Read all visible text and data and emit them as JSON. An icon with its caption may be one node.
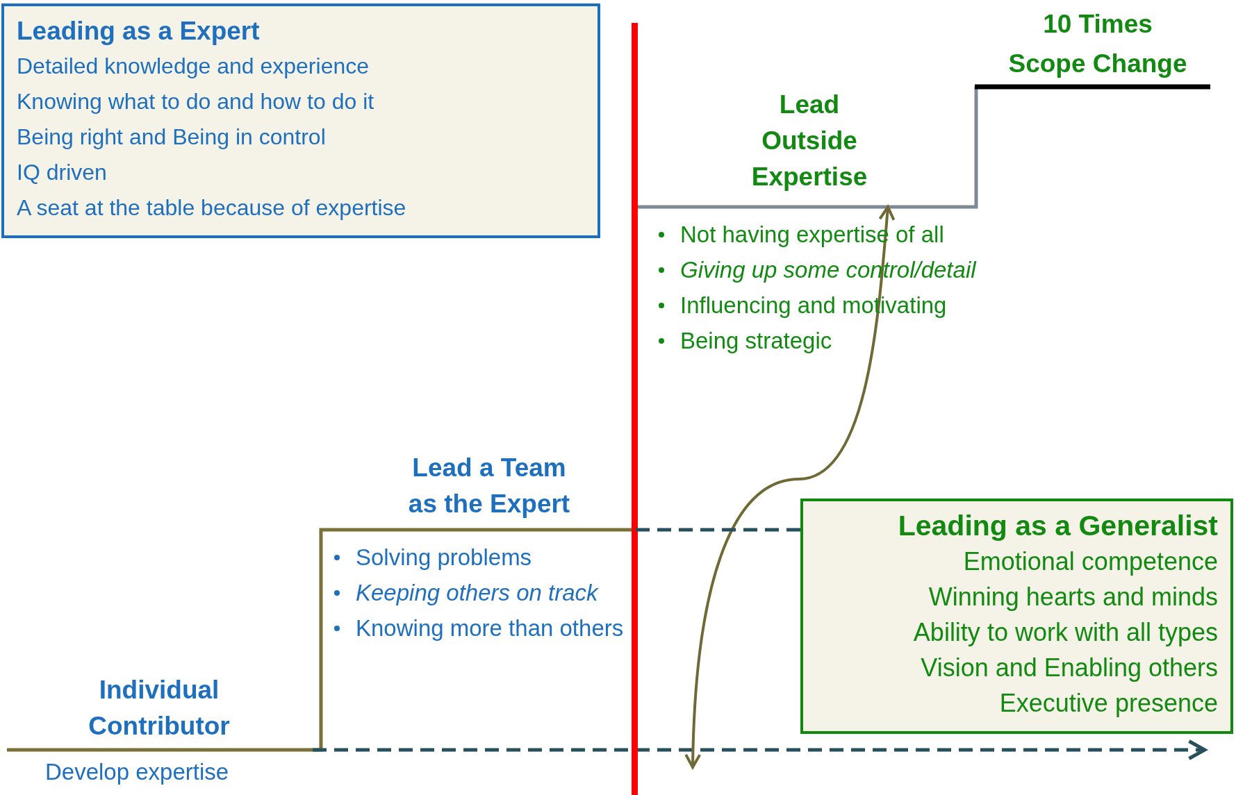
{
  "diagram": {
    "nodes": [
      {
        "text": [
          "Leading as a Expert",
          "Detailed knowledge and experience",
          "Knowing what to do and how to do it",
          "Being right and Being in control",
          "IQ driven",
          "A seat at the table because of expertise"
        ]
      },
      {
        "text": [
          "10 Times Scope Change"
        ]
      },
      {
        "text": [
          "Lead Outside Expertise"
        ],
        "beside": [
          "Not having expertise of all",
          "Giving up some control/detail",
          "Influencing and motivating",
          "Being strategic"
        ]
      },
      {
        "text": [
          "Lead a Team as the Expert"
        ],
        "beside": [
          "Solving problems",
          "Keeping others on track",
          "Knowing more than others"
        ]
      },
      {
        "text": [
          "Leading as a Generalist",
          "Emotional competence",
          "Winning hearts and minds",
          "Ability to work with all types",
          "Vision and Enabling others",
          "Executive presence"
        ]
      },
      {
        "text": [
          "Individual Contributor"
        ],
        "beside": [
          "Develop expertise"
        ]
      }
    ],
    "edges": [
      {
        "from": null,
        "to": 2,
        "arrow": "both",
        "color": "#6f6a35"
      },
      {
        "from": 3,
        "to": 4,
        "arrow": "none",
        "style": "dashed",
        "color": "#27505c"
      }
    ]
  }
}
